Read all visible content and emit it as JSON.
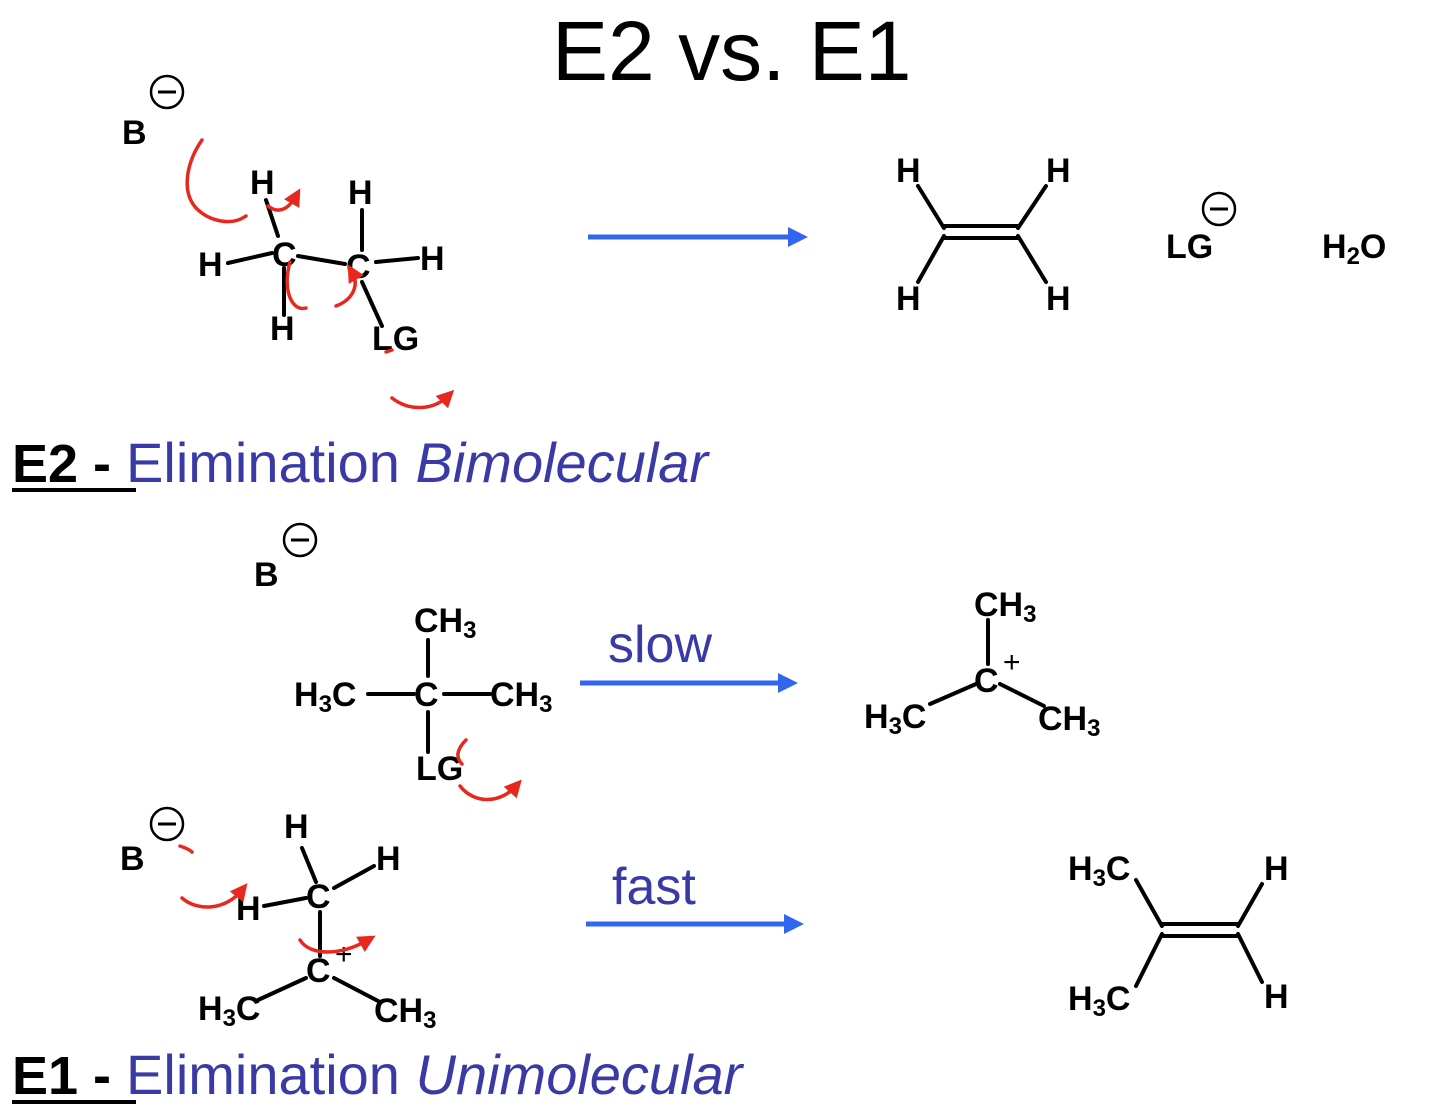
{
  "title": "E2 vs. E1",
  "e2": {
    "label_prefix": "E2 - ",
    "label_main": "Elimination ",
    "label_italic": "Bimolecular",
    "base": "B",
    "reactant": {
      "h_top_left": "H",
      "h_top_right": "H",
      "h_left": "H",
      "h_right": "H",
      "h_bottom": "H",
      "c1": "C",
      "c2": "C",
      "lg": "LG"
    },
    "product_alkene": {
      "h_tl": "H",
      "h_tr": "H",
      "h_bl": "H",
      "h_br": "H"
    },
    "product_lg": "LG",
    "product_water": {
      "h": "H",
      "sub": "2",
      "o": "O"
    }
  },
  "e1": {
    "label_prefix": "E1 - ",
    "label_main": "Elimination ",
    "label_italic": "Unimolecular",
    "step1_label": "slow",
    "step2_label": "fast",
    "base1": "B",
    "base2": "B",
    "reactant": {
      "ch": "CH",
      "c": "C",
      "h3c": "H",
      "lg": "LG",
      "three": "3"
    },
    "cation": {
      "ch": "CH",
      "c": "C",
      "h": "H",
      "three": "3"
    },
    "step2": {
      "h_top": "H",
      "h_right": "H",
      "h_left": "H",
      "c1": "C",
      "c2": "C",
      "h": "H",
      "ch": "CH",
      "three": "3"
    },
    "product": {
      "h": "H",
      "c": "C",
      "three": "3",
      "h_tr": "H",
      "h_br": "H"
    }
  },
  "colors": {
    "reaction_arrow": "#3366ee",
    "curly_arrow": "#e8281e",
    "label_blue": "#3a3aa6"
  },
  "icons": {
    "charge_negative": "minus-circle-icon",
    "charge_positive": "plus-icon"
  }
}
